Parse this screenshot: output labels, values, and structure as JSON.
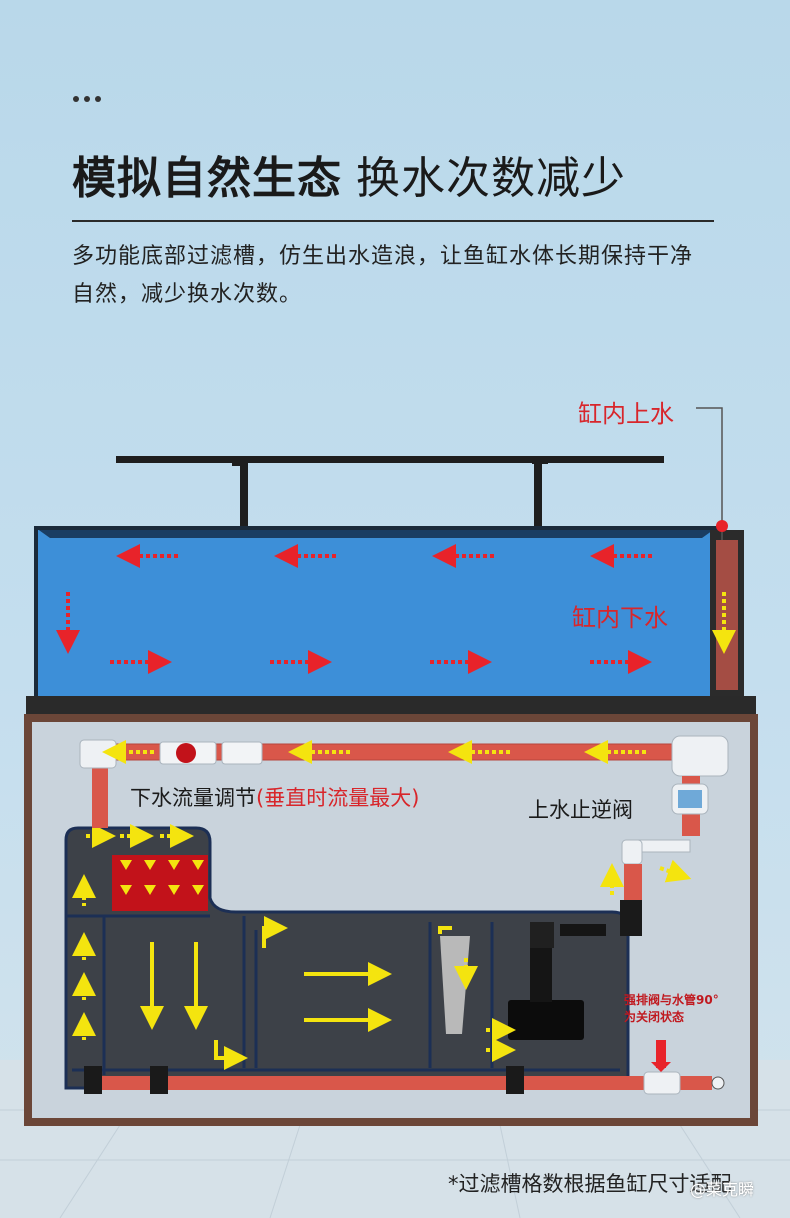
{
  "header": {
    "title_bold": "模拟自然生态",
    "title_light": "换水次数减少",
    "description": "多功能底部过滤槽，仿生出水造浪，让鱼缸水体长期保持干净自然，减少换水次数。"
  },
  "labels": {
    "inlet_up": "缸内上水",
    "outlet_down": "缸内下水",
    "flow_adjust": "下水流量调节",
    "flow_adjust_note": "(垂直时流量最大)",
    "check_valve": "上水止逆阀",
    "drain_valve_line1": "强排阀与水管90°",
    "drain_valve_line2": "为关闭状态"
  },
  "footnote": "*过滤槽格数根据鱼缸尺寸适配",
  "watermark": "@菜克瞬",
  "colors": {
    "tank_water": "#3d8fd8",
    "pipe": "#d9574a",
    "arrow_red": "#e8232a",
    "arrow_yellow": "#f4e40f",
    "cabinet_frame": "#6b4638",
    "filter_box": "#3d4148"
  }
}
